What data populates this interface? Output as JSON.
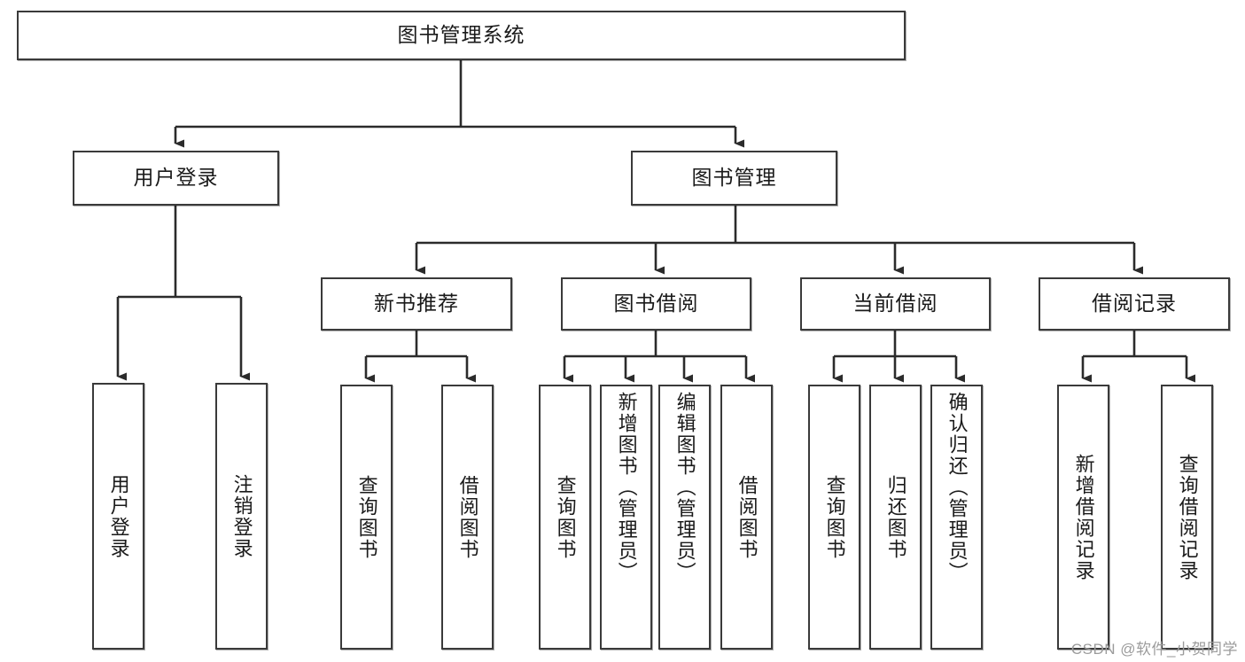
{
  "diagram": {
    "title": "图书管理系统",
    "watermark": "CSDN @软件_小贺同学",
    "colors": {
      "node_border": "#3a3a3a",
      "node_fill": "#ffffff",
      "connector": "#2b2b2b",
      "text": "#1a1a1a",
      "watermark": "#9b9b9b"
    },
    "root": {
      "label": "图书管理系统"
    },
    "level2": [
      {
        "label": "用户登录"
      },
      {
        "label": "图书管理"
      }
    ],
    "level3": [
      {
        "label": "新书推荐"
      },
      {
        "label": "图书借阅"
      },
      {
        "label": "当前借阅"
      },
      {
        "label": "借阅记录"
      }
    ],
    "leaves": {
      "user_login": [
        {
          "label": "用户登录"
        },
        {
          "label": "注销登录"
        }
      ],
      "new_book": [
        {
          "label": "查询图书"
        },
        {
          "label": "借阅图书"
        }
      ],
      "book_borrow": [
        {
          "label": "查询图书"
        },
        {
          "label": "新增图书（管理员）"
        },
        {
          "label": "编辑图书（管理员）"
        },
        {
          "label": "借阅图书"
        }
      ],
      "current_borrow": [
        {
          "label": "查询图书"
        },
        {
          "label": "归还图书"
        },
        {
          "label": "确认归还（管理员）"
        }
      ],
      "borrow_record": [
        {
          "label": "新增借阅记录"
        },
        {
          "label": "查询借阅记录"
        }
      ]
    }
  }
}
